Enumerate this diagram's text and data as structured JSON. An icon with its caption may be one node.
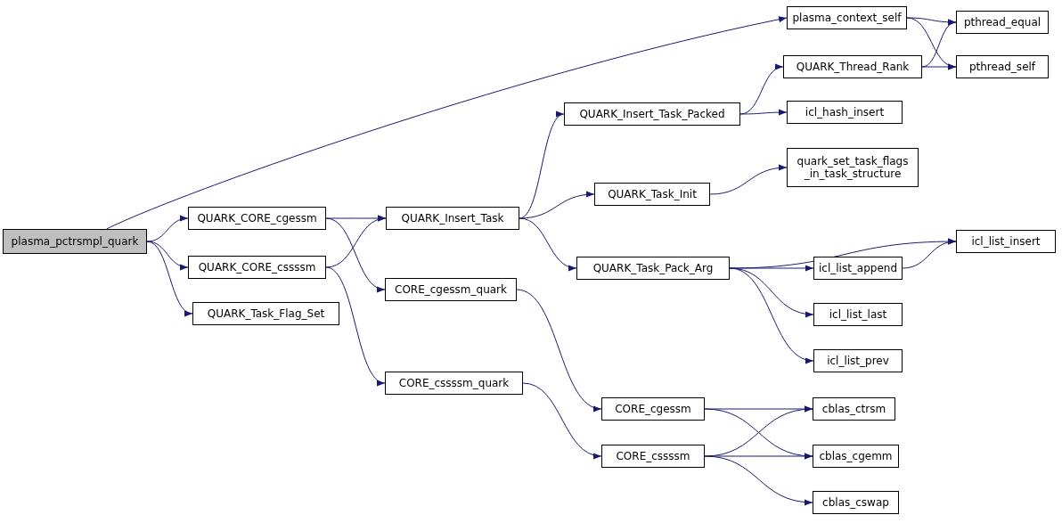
{
  "diagram": {
    "nodes": [
      {
        "text": [
          "plasma_pctrsmpl_quark"
        ]
      },
      {
        "text": [
          "plasma_context_self"
        ]
      },
      {
        "text": [
          "pthread_equal"
        ]
      },
      {
        "text": [
          "QUARK_Thread_Rank"
        ]
      },
      {
        "text": [
          "pthread_self"
        ]
      },
      {
        "text": [
          "QUARK_Insert_Task_Packed"
        ]
      },
      {
        "text": [
          "icl_hash_insert"
        ]
      },
      {
        "text": [
          "QUARK_CORE_cgessm"
        ]
      },
      {
        "text": [
          "QUARK_Insert_Task"
        ]
      },
      {
        "text": [
          "quark_set_task_flags _in_task_structure"
        ]
      },
      {
        "text": [
          "QUARK_Task_Init"
        ]
      },
      {
        "text": [
          "QUARK_CORE_cssssm"
        ]
      },
      {
        "text": [
          "QUARK_Task_Pack_Arg"
        ]
      },
      {
        "text": [
          "icl_list_insert"
        ]
      },
      {
        "text": [
          "icl_list_append"
        ]
      },
      {
        "text": [
          "QUARK_Task_Flag_Set"
        ]
      },
      {
        "text": [
          "CORE_cgessm_quark"
        ]
      },
      {
        "text": [
          "icl_list_last"
        ]
      },
      {
        "text": [
          "icl_list_prev"
        ]
      },
      {
        "text": [
          "CORE_cssssm_quark"
        ]
      },
      {
        "text": [
          "CORE_cgessm"
        ]
      },
      {
        "text": [
          "cblas_ctrsm"
        ]
      },
      {
        "text": [
          "CORE_cssssm"
        ]
      },
      {
        "text": [
          "cblas_cgemm"
        ]
      },
      {
        "text": [
          "cblas_cswap"
        ]
      }
    ],
    "edges": [
      {
        "from": 0,
        "to": 1,
        "arrow": "to"
      },
      {
        "from": 0,
        "to": 7,
        "arrow": "to"
      },
      {
        "from": 0,
        "to": 11,
        "arrow": "to"
      },
      {
        "from": 0,
        "to": 15,
        "arrow": "to"
      },
      {
        "from": 1,
        "to": 2,
        "arrow": "to"
      },
      {
        "from": 1,
        "to": 4,
        "arrow": "to"
      },
      {
        "from": 3,
        "to": 2,
        "arrow": "to"
      },
      {
        "from": 3,
        "to": 4,
        "arrow": "to"
      },
      {
        "from": 5,
        "to": 3,
        "arrow": "to"
      },
      {
        "from": 5,
        "to": 6,
        "arrow": "to"
      },
      {
        "from": 7,
        "to": 8,
        "arrow": "to"
      },
      {
        "from": 7,
        "to": 16,
        "arrow": "to"
      },
      {
        "from": 8,
        "to": 5,
        "arrow": "to"
      },
      {
        "from": 8,
        "to": 10,
        "arrow": "to"
      },
      {
        "from": 8,
        "to": 12,
        "arrow": "to"
      },
      {
        "from": 10,
        "to": 9,
        "arrow": "to"
      },
      {
        "from": 11,
        "to": 8,
        "arrow": "to"
      },
      {
        "from": 11,
        "to": 19,
        "arrow": "to"
      },
      {
        "from": 12,
        "to": 13,
        "arrow": "to"
      },
      {
        "from": 12,
        "to": 14,
        "arrow": "to"
      },
      {
        "from": 12,
        "to": 17,
        "arrow": "to"
      },
      {
        "from": 12,
        "to": 18,
        "arrow": "to"
      },
      {
        "from": 14,
        "to": 13,
        "arrow": "to"
      },
      {
        "from": 16,
        "to": 20,
        "arrow": "to"
      },
      {
        "from": 19,
        "to": 22,
        "arrow": "to"
      },
      {
        "from": 20,
        "to": 21,
        "arrow": "to"
      },
      {
        "from": 20,
        "to": 23,
        "arrow": "to"
      },
      {
        "from": 22,
        "to": 21,
        "arrow": "to"
      },
      {
        "from": 22,
        "to": 23,
        "arrow": "to"
      },
      {
        "from": 22,
        "to": 24,
        "arrow": "to"
      }
    ]
  }
}
